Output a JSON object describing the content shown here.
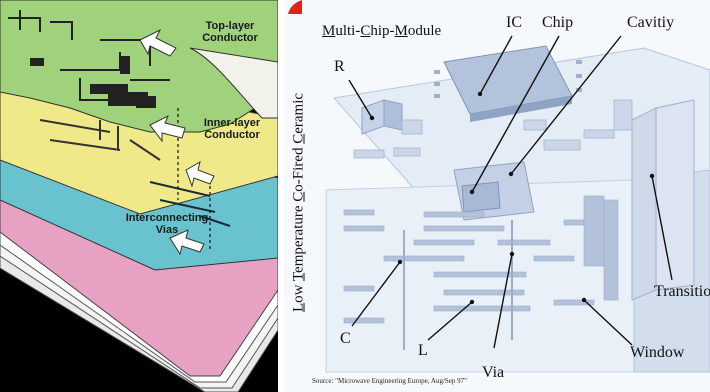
{
  "left_panel": {
    "labels": {
      "top_layer": "Top-layer\nConductor",
      "inner_layer": "Inner-layer\nConductor",
      "vias": "Interconnecting\nVias"
    }
  },
  "right_panel": {
    "title_parts": [
      {
        "text": "M",
        "underline": true
      },
      {
        "text": "ulti-",
        "underline": false
      },
      {
        "text": "C",
        "underline": true
      },
      {
        "text": "hip-",
        "underline": false
      },
      {
        "text": "M",
        "underline": true
      },
      {
        "text": "odule",
        "underline": false
      }
    ],
    "vertical_title_parts": [
      {
        "text": "L",
        "underline": true
      },
      {
        "text": "ow ",
        "underline": false
      },
      {
        "text": "T",
        "underline": true
      },
      {
        "text": "emperature ",
        "underline": false
      },
      {
        "text": "C",
        "underline": true
      },
      {
        "text": "o-Fired ",
        "underline": false
      },
      {
        "text": "C",
        "underline": true
      },
      {
        "text": "eramic",
        "underline": false
      }
    ],
    "labels": {
      "ic": "IC",
      "chip": "Chip",
      "cavity": "Cavitiy",
      "r": "R",
      "transition": "Transition",
      "c": "C",
      "l": "L",
      "via": "Via",
      "window": "Window"
    },
    "source": "Source: \"Microwave Engineering Europe, Aug/Sep 97\""
  },
  "colors": {
    "green_layer": "#9fd27a",
    "yellow_layer": "#efe98a",
    "cyan_layer": "#69c3cf",
    "pink_layer": "#e7a2c3",
    "ceramic_light": "#dfe8f4",
    "ceramic_mid": "#b9c8df",
    "ceramic_dark": "#8fa3c4",
    "accent_red": "#e0221a"
  }
}
